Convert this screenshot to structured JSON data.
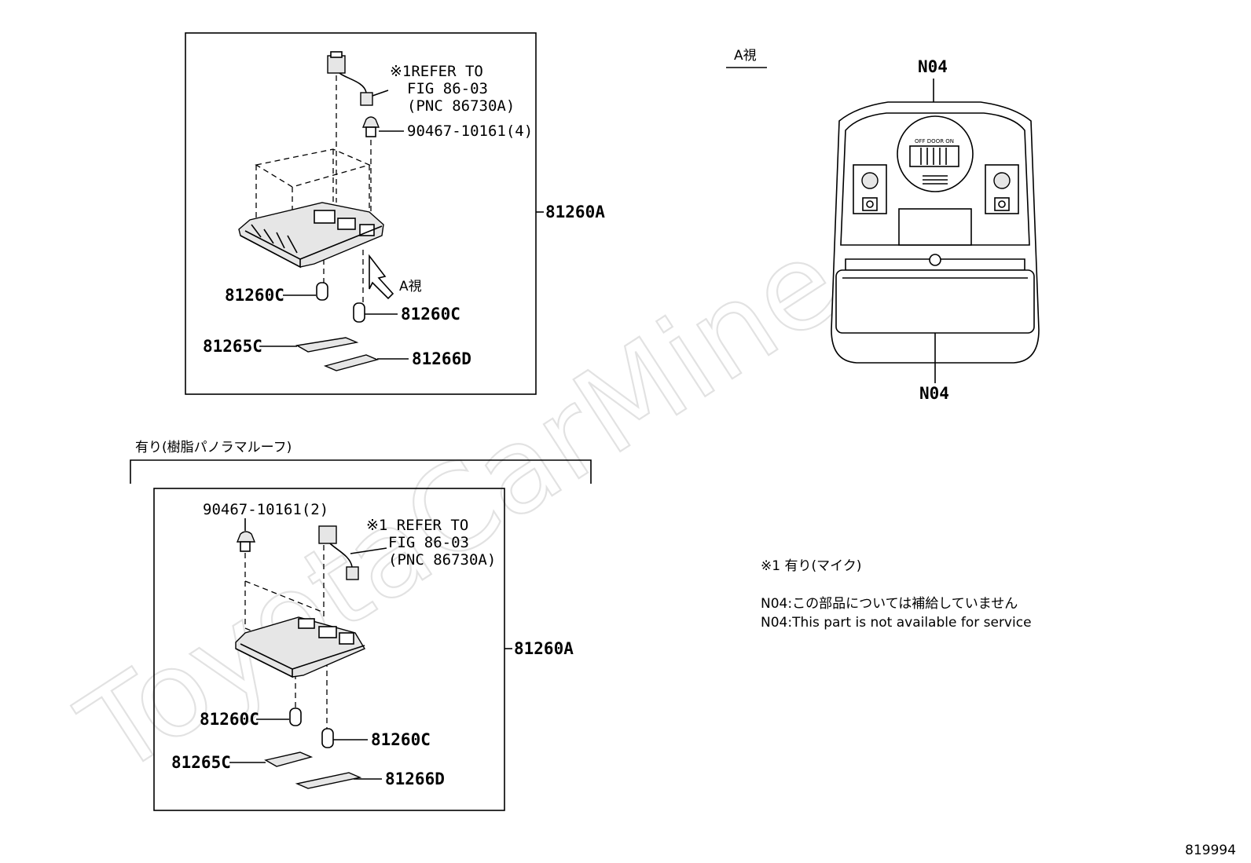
{
  "watermark": "ToyotaCarMine.ru",
  "top_group": {
    "refer": [
      "※1REFER TO",
      "FIG 86-03",
      "(PNC 86730A)"
    ],
    "clip": "90467-10161(4)",
    "assembly": "81260A",
    "view_label": "A視",
    "bulb_left": "81260C",
    "bulb_right": "81260C",
    "lens_upper": "81265C",
    "lens_lower": "81266D"
  },
  "bottom_group": {
    "header": "有り(樹脂パノラマルーフ)",
    "clip": "90467-10161(2)",
    "refer": [
      "※1 REFER TO",
      "FIG 86-03",
      "(PNC 86730A)"
    ],
    "assembly": "81260A",
    "bulb_left": "81260C",
    "bulb_right": "81260C",
    "lens_upper": "81265C",
    "lens_lower": "81266D"
  },
  "view_a": {
    "title": "A視",
    "top_code": "N04",
    "bottom_code": "N04",
    "switch_text": "OFF DOOR ON"
  },
  "notes": {
    "note1": "※1 有り(マイク)",
    "note2_jp": "N04:この部品については補給していません",
    "note2_en": "N04:This part is not available for service"
  },
  "diagram_id": "819994"
}
